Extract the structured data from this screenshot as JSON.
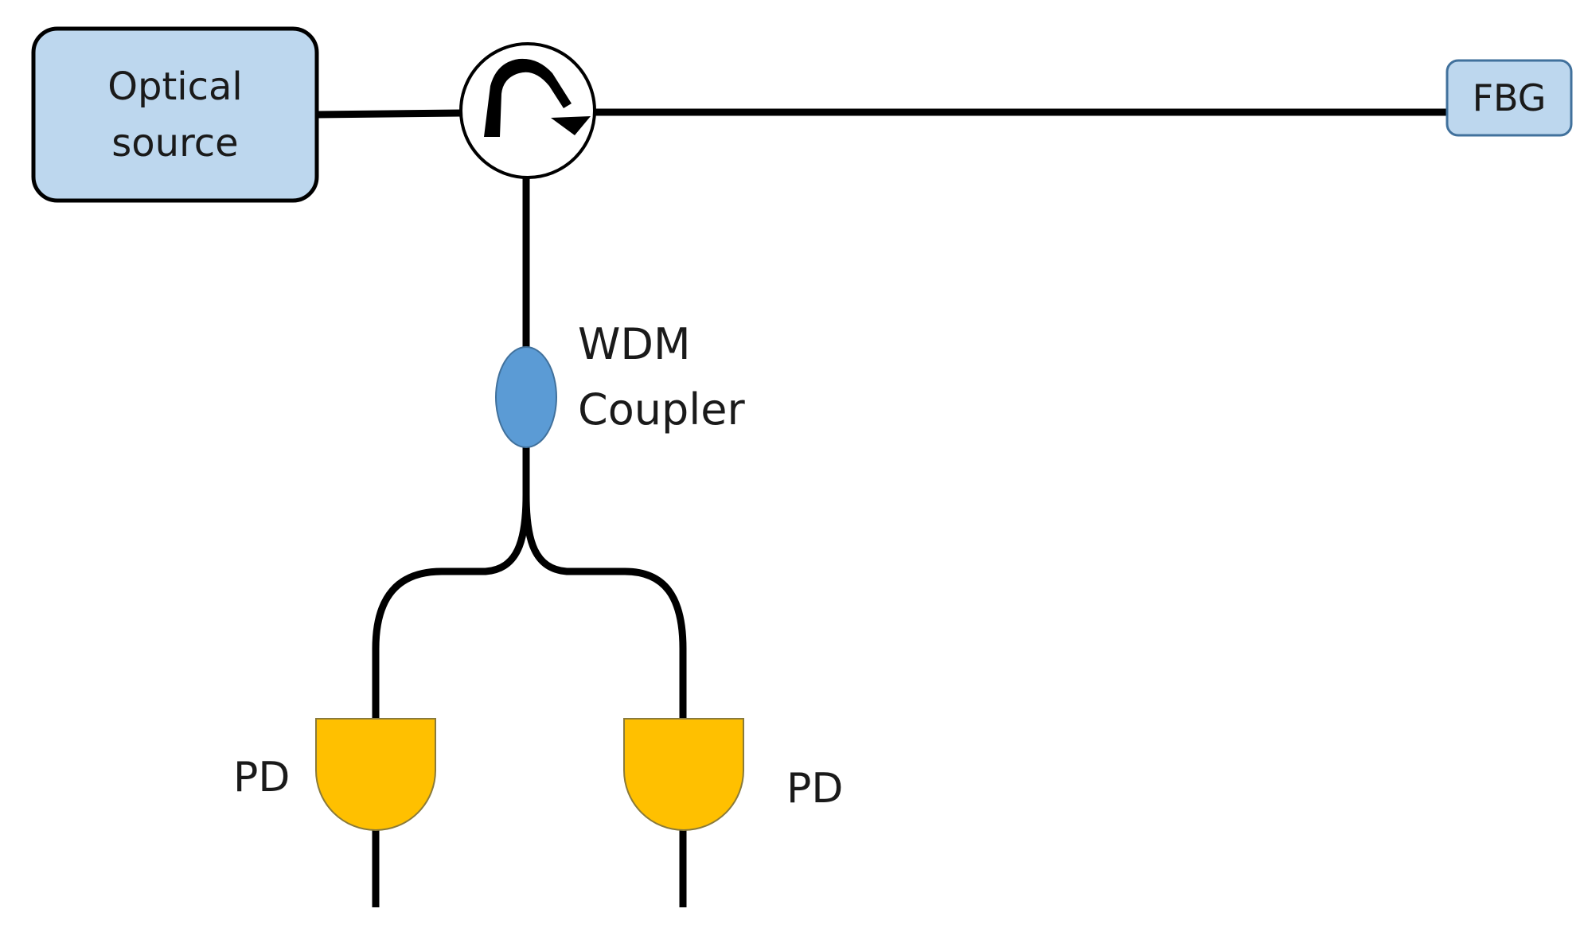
{
  "diagram": {
    "optical_source": {
      "line1": "Optical",
      "line2": "source",
      "fill": "#bdd7ee"
    },
    "fbg": {
      "label": "FBG",
      "fill": "#bdd7ee"
    },
    "wdm_coupler": {
      "line1": "WDM",
      "line2": "Coupler",
      "fill": "#5b9bd5"
    },
    "photodetectors": [
      {
        "label": "PD",
        "fill": "#ffc000"
      },
      {
        "label": "PD",
        "fill": "#ffc000"
      }
    ],
    "circulator": {
      "icon": "circulator-arrow-icon"
    },
    "fiber_color": "#000000"
  }
}
